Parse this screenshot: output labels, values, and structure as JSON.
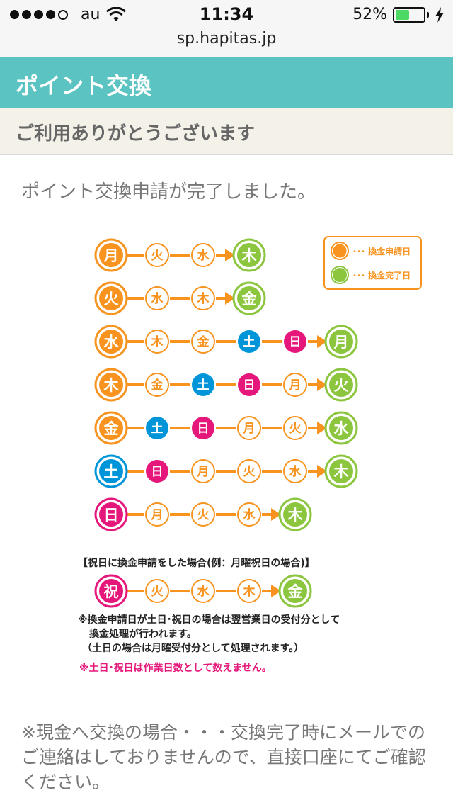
{
  "status_bar": {
    "carrier": "au",
    "time": "11:34",
    "battery": "52%",
    "battery_level": 0.52,
    "url": "sp.hapitas.jp"
  },
  "header": {
    "title": "ポイント交換",
    "subtitle": "ご利用ありがとうございます"
  },
  "main": {
    "completion_message": "ポイント交換申請が完了しました。"
  },
  "legend": {
    "request": "･･･ 換金申請日",
    "complete": "･･･ 換金完了日"
  },
  "colors": {
    "request": "#f7931e",
    "complete": "#8cc63f",
    "saturday": "#0095d9",
    "sunday": "#e5177a",
    "weekday": "#f7931e",
    "arrow": "#f7931e",
    "header": "#5bc4c2"
  },
  "schedule": [
    {
      "row": [
        "月",
        "火",
        "水",
        "木"
      ],
      "types": [
        "request",
        "weekday",
        "weekday",
        "complete"
      ]
    },
    {
      "row": [
        "火",
        "水",
        "木",
        "金"
      ],
      "types": [
        "request",
        "weekday",
        "weekday",
        "complete"
      ]
    },
    {
      "row": [
        "水",
        "木",
        "金",
        "土",
        "日",
        "月"
      ],
      "types": [
        "request",
        "weekday",
        "weekday",
        "saturday",
        "sunday",
        "complete"
      ]
    },
    {
      "row": [
        "木",
        "金",
        "土",
        "日",
        "月",
        "火"
      ],
      "types": [
        "request",
        "weekday",
        "saturday",
        "sunday",
        "weekday",
        "complete"
      ]
    },
    {
      "row": [
        "金",
        "土",
        "日",
        "月",
        "火",
        "水"
      ],
      "types": [
        "request",
        "saturday",
        "sunday",
        "weekday",
        "weekday",
        "complete"
      ]
    },
    {
      "row": [
        "土",
        "日",
        "月",
        "火",
        "水",
        "木"
      ],
      "types": [
        "request_sat",
        "sunday",
        "weekday",
        "weekday",
        "weekday",
        "complete"
      ]
    },
    {
      "row": [
        "日",
        "月",
        "火",
        "水",
        "木"
      ],
      "types": [
        "request_sun",
        "weekday",
        "weekday",
        "weekday",
        "complete"
      ]
    }
  ],
  "holiday": {
    "title": "【祝日に換金申請をした場合(例：月曜祝日の場合)】",
    "row": [
      "祝",
      "火",
      "水",
      "木",
      "金"
    ],
    "types": [
      "request_holiday",
      "weekday",
      "weekday",
      "weekday",
      "complete"
    ]
  },
  "notes": {
    "line1": "※換金申請日が土日･祝日の場合は翌営業日の受付分として",
    "line2": "換金処理が行われます。",
    "line3": "（土日の場合は月曜受付分として処理されます。）",
    "warning": "※土日･祝日は作業日数として数えません。"
  },
  "footer": {
    "note": "※現金へ交換の場合・・・交換完了時にメールでのご連絡はしておりませんので、直接口座にてご確認ください。"
  }
}
